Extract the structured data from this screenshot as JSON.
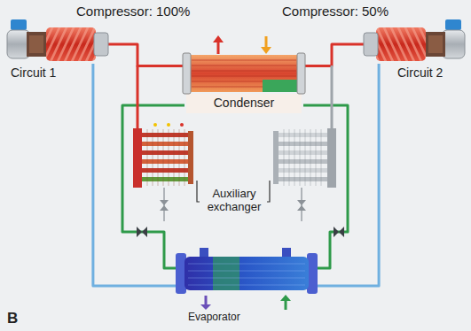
{
  "diagram": {
    "nodes": [
      {
        "text": [
          "Compressor: 100%",
          "Circuit 1"
        ]
      },
      {
        "text": [
          "Condenser"
        ]
      },
      {
        "text": [
          "Compressor: 50%",
          "Circuit 2"
        ]
      },
      {
        "text": [
          "Evaporator"
        ]
      }
    ],
    "edges": [
      {
        "from": 0,
        "to": 1,
        "arrow": "none"
      },
      {
        "from": 2,
        "to": 1,
        "arrow": "none"
      },
      {
        "from": 1,
        "to": 3,
        "arrow": "none"
      },
      {
        "from": 1,
        "to": 3,
        "arrow": "none"
      },
      {
        "from": 3,
        "to": 0,
        "arrow": "none"
      },
      {
        "from": 3,
        "to": 2,
        "arrow": "none"
      }
    ],
    "labels": [
      "Auxiliary exchanger",
      "B"
    ]
  }
}
